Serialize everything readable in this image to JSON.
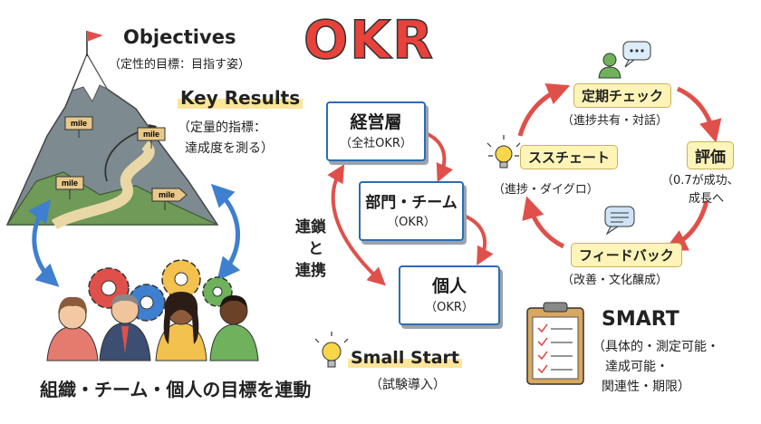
{
  "title": "OKR",
  "objectives": {
    "heading": "Objectives",
    "sub": "（定性的目標：目指す姿）"
  },
  "key_results": {
    "heading": "Key Results",
    "sub1": "（定量的指標：",
    "sub2": "達成度を測る）"
  },
  "mountain_signs": [
    "mile",
    "mile",
    "mile",
    "mile"
  ],
  "alignment_caption": "組織・チーム・個人の目標を連動",
  "hierarchy": [
    {
      "main": "経営層",
      "sub": "（全社OKR）"
    },
    {
      "main": "部門・チーム",
      "sub": "（OKR）"
    },
    {
      "main": "個人",
      "sub": "（OKR）"
    }
  ],
  "link_label": {
    "line1": "連鎖",
    "line2": "と",
    "line3": "連携"
  },
  "small_start": {
    "heading": "Small Start",
    "sub": "（試験導入）"
  },
  "cycle": [
    {
      "label": "定期チェック",
      "sub": "（進捗共有・対話）"
    },
    {
      "label": "評価",
      "sub1": "（0.7が成功、",
      "sub2": "成長へ"
    },
    {
      "label": "フィードバック",
      "sub": "（改善・文化醸成）"
    },
    {
      "label": "ススチェート",
      "sub": "（進捗・ダイグロ）"
    }
  ],
  "smart": {
    "heading": "SMART",
    "lines": [
      "（具体的・測定可能・",
      "達成可能・",
      "関連性・期限）"
    ]
  },
  "colors": {
    "title_red": "#e8423a",
    "box_blue": "#2a6db5",
    "arrow_red": "#e0504a",
    "arrow_blue": "#3f7fcf",
    "highlight": "#fde59a",
    "label_bg": "#fff4b8"
  }
}
